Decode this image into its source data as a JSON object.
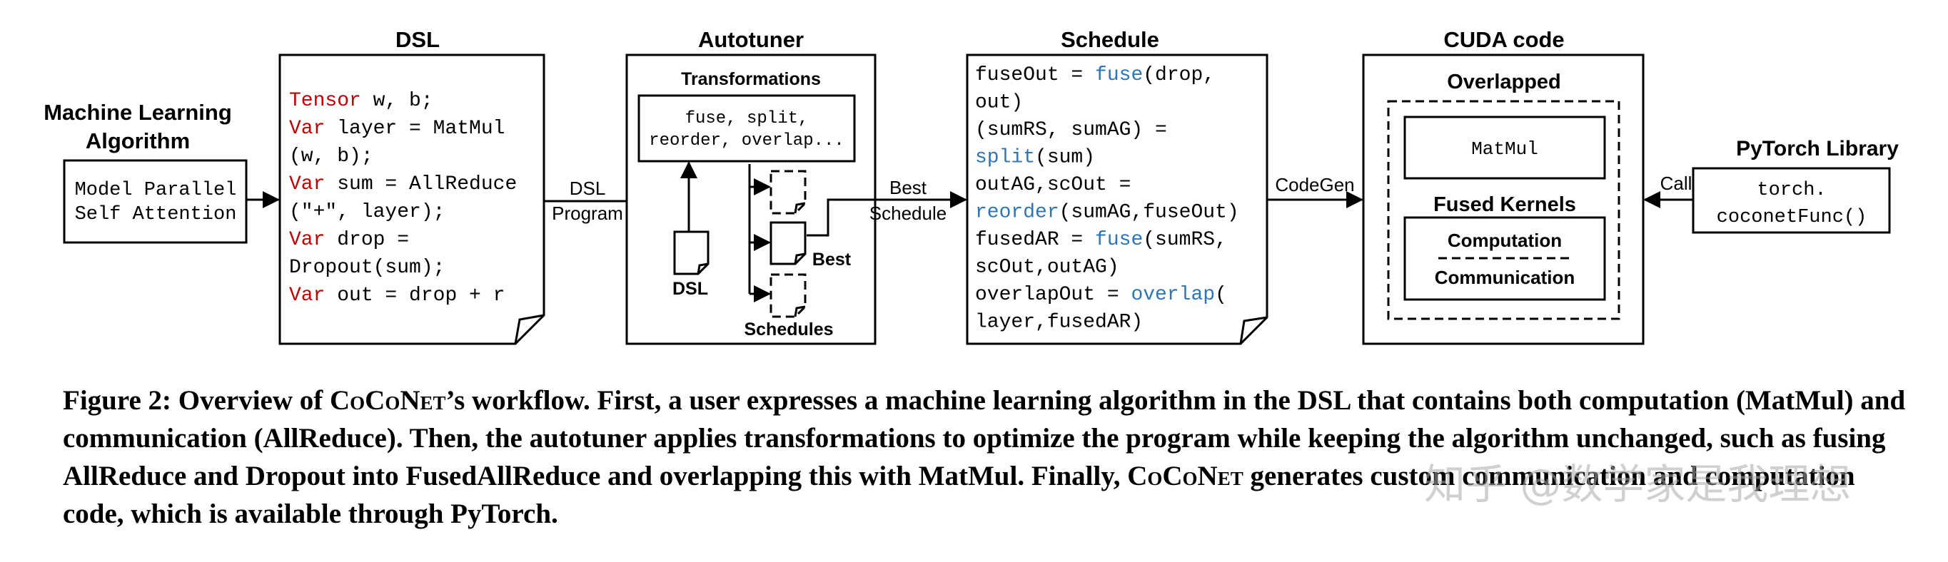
{
  "figure": {
    "ml": {
      "title_line1": "Machine Learning",
      "title_line2": "Algorithm",
      "box_line1": "Model Parallel",
      "box_line2": "Self Attention"
    },
    "dsl": {
      "title": "DSL",
      "code": [
        [
          {
            "t": "Tensor",
            "k": "kw"
          },
          {
            "t": " w, b;"
          }
        ],
        [
          {
            "t": "Var",
            "k": "kw"
          },
          {
            "t": " layer = MatMul"
          }
        ],
        [
          {
            "t": "(w, b);"
          }
        ],
        [
          {
            "t": "Var",
            "k": "kw"
          },
          {
            "t": " sum = AllReduce"
          }
        ],
        [
          {
            "t": "(\"+\", layer);"
          }
        ],
        [
          {
            "t": "Var",
            "k": "kw"
          },
          {
            "t": " drop ="
          }
        ],
        [
          {
            "t": "Dropout(sum);"
          }
        ],
        [
          {
            "t": "Var",
            "k": "kw"
          },
          {
            "t": " out = drop + r"
          }
        ]
      ]
    },
    "arrow_dsl_program": {
      "line1": "DSL",
      "line2": "Program"
    },
    "autotuner": {
      "title": "Autotuner",
      "transformations_label": "Transformations",
      "transformations_line1": "fuse, split,",
      "transformations_line2": "reorder, overlap...",
      "dsl_label": "DSL",
      "best_label": "Best",
      "schedules_label": "Schedules"
    },
    "arrow_best_schedule": {
      "line1": "Best",
      "line2": "Schedule"
    },
    "schedule": {
      "title": "Schedule",
      "code": [
        [
          {
            "t": "fuseOut = "
          },
          {
            "t": "fuse",
            "k": "fn"
          },
          {
            "t": "(drop,"
          }
        ],
        [
          {
            "t": "out)"
          }
        ],
        [
          {
            "t": "(sumRS, sumAG) ="
          }
        ],
        [
          {
            "t": "split",
            "k": "fn"
          },
          {
            "t": "(sum)"
          }
        ],
        [
          {
            "t": "outAG,scOut ="
          }
        ],
        [
          {
            "t": "reorder",
            "k": "fn"
          },
          {
            "t": "(sumAG,fuseOut)"
          }
        ],
        [
          {
            "t": "fusedAR = "
          },
          {
            "t": "fuse",
            "k": "fn"
          },
          {
            "t": "(sumRS,"
          }
        ],
        [
          {
            "t": "scOut,outAG)"
          }
        ],
        [
          {
            "t": "overlapOut = "
          },
          {
            "t": "overlap",
            "k": "fn"
          },
          {
            "t": "("
          }
        ],
        [
          {
            "t": "layer,fusedAR)"
          }
        ]
      ]
    },
    "arrow_codegen": "CodeGen",
    "cuda": {
      "title": "CUDA code",
      "overlapped": "Overlapped",
      "matmul": "MatMul",
      "fused_kernels": "Fused Kernels",
      "computation": "Computation",
      "communication": "Communication"
    },
    "arrow_call": "Call",
    "pytorch": {
      "title": "PyTorch Library",
      "line1": "torch.",
      "line2": "coconetFunc()"
    }
  },
  "caption": {
    "parts": [
      {
        "t": "Figure 2: Overview of "
      },
      {
        "t": "CoCoNet",
        "sc": true
      },
      {
        "t": "’s workflow. First, a user expresses a machine learning algorithm in the DSL that contains both computation (MatMul) and communication (AllReduce). Then, the autotuner applies transformations to optimize the program while keeping the algorithm unchanged, such as fusing AllReduce and Dropout into FusedAllReduce and overlapping this with MatMul. Finally, "
      },
      {
        "t": "CoCoNet",
        "sc": true
      },
      {
        "t": " generates custom communication and computation code, which is available through PyTorch."
      }
    ]
  },
  "watermark": "知乎 @数学家是我理想"
}
